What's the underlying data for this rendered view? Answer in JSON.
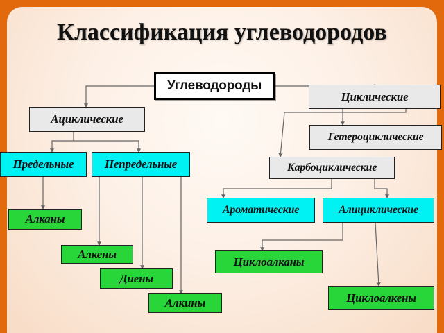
{
  "title": "Классификация углеводородов",
  "nodes": {
    "root": "Углеводороды",
    "cyclic": "Циклические",
    "acyclic": "Ациклические",
    "heterocyclic": "Гетероциклические",
    "saturated": "Предельные",
    "unsaturated": "Непредельные",
    "carbocyclic": "Карбоциклические",
    "aromatic": "Ароматические",
    "alicyclic": "Алициклические",
    "alkanes": "Алканы",
    "alkenes": "Алкены",
    "cycloalkanes": "Циклоалканы",
    "dienes": "Диены",
    "cycloalkenes": "Циклоалкены",
    "alkynes": "Алкины"
  },
  "colors": {
    "background": "#e2690c",
    "panel": "#fdf0e6",
    "level1": "#e9e9e9",
    "level2": "#00f2f2",
    "level3": "#29d63a",
    "connector": "#666666"
  }
}
